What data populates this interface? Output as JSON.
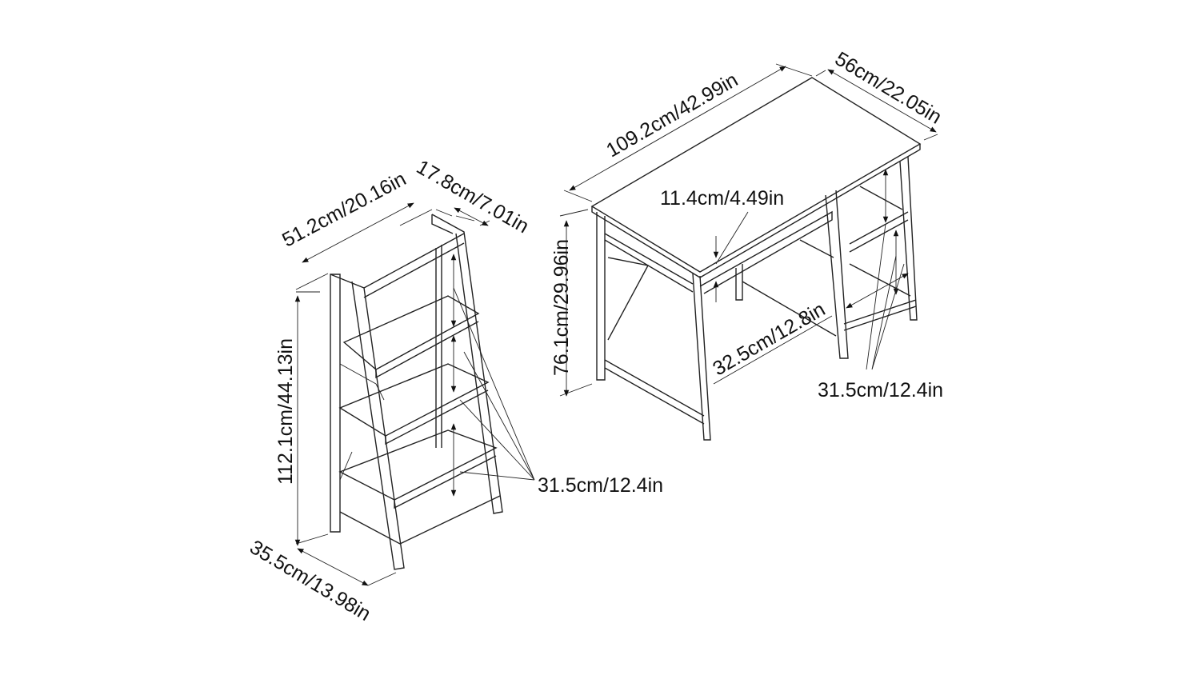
{
  "title": "Desk and ladder bookshelf dimensions",
  "bookshelf": {
    "width": "51.2cm/20.16in",
    "depth_top": "17.8cm/7.01in",
    "height": "112.1cm/44.13in",
    "depth_bottom": "35.5cm/13.98in",
    "shelf_spacing": "31.5cm/12.4in"
  },
  "desk": {
    "width": "109.2cm/42.99in",
    "depth": "56cm/22.05in",
    "drawer_gap": "11.4cm/4.49in",
    "height": "76.1cm/29.96in",
    "shelf_width": "32.5cm/12.8in",
    "shelf_spacing": "31.5cm/12.4in"
  }
}
